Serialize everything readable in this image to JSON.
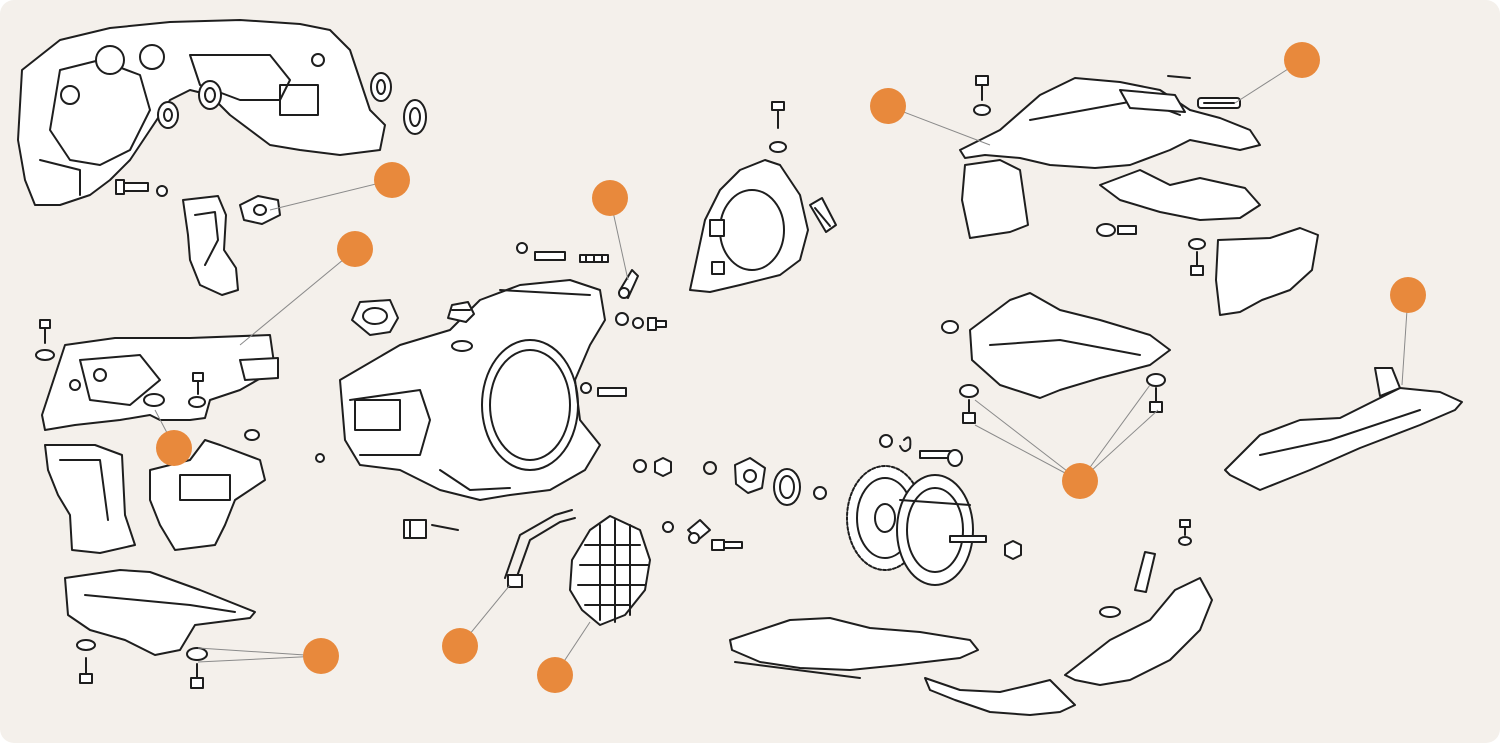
{
  "colors": {
    "background": "#f4f0eb",
    "hotspot": "#e8893c",
    "line_art": "#1e1e1e",
    "leader_line": "#8a8a8a"
  },
  "hotspots": [
    {
      "id": "hotspot-1"
    },
    {
      "id": "hotspot-2"
    },
    {
      "id": "hotspot-3"
    },
    {
      "id": "hotspot-4"
    },
    {
      "id": "hotspot-5"
    },
    {
      "id": "hotspot-6"
    },
    {
      "id": "hotspot-7"
    },
    {
      "id": "hotspot-8"
    },
    {
      "id": "hotspot-9"
    },
    {
      "id": "hotspot-10"
    },
    {
      "id": "hotspot-11"
    },
    {
      "id": "hotspot-12"
    }
  ]
}
